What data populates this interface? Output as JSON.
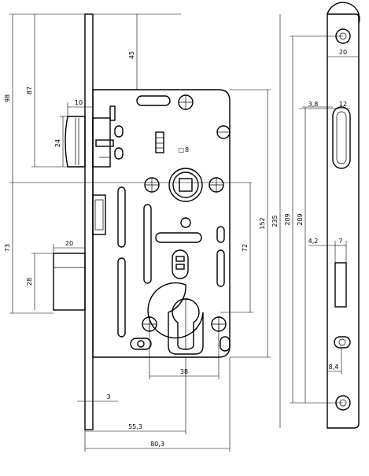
{
  "dimensions": {
    "d45": "45",
    "d98": "98",
    "d87": "87",
    "d10": "10",
    "d24": "24",
    "d8": "8",
    "d73": "73",
    "d20_bolt": "20",
    "d28": "28",
    "d152": "152",
    "d235": "235",
    "d72": "72",
    "d38": "38",
    "d3": "3",
    "d55_3": "55,3",
    "d80_3": "80,3",
    "d20_plate": "20",
    "d3_8": "3,8",
    "d12": "12",
    "d209_a": "209",
    "d209_b": "209",
    "d4_2": "4,2",
    "d7": "7",
    "d8_4": "8,4"
  },
  "symbols": {
    "square": "□"
  }
}
